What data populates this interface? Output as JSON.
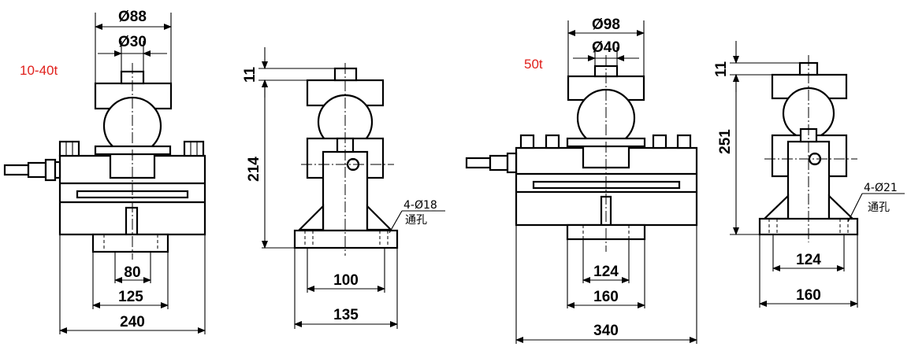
{
  "models": {
    "small": {
      "label": "10-40t",
      "front": {
        "dia_outer": "Ø88",
        "dia_inner": "Ø30",
        "dim_80": "80",
        "dim_125": "125",
        "dim_240": "240"
      },
      "side": {
        "dim_11": "11",
        "dim_214": "214",
        "dim_100": "100",
        "dim_135": "135",
        "hole_note": "4-Ø18",
        "hole_note2": "通孔"
      }
    },
    "large": {
      "label": "50t",
      "front": {
        "dia_outer": "Ø98",
        "dia_inner": "Ø40",
        "dim_124": "124",
        "dim_160": "160",
        "dim_340": "340"
      },
      "side": {
        "dim_11": "11",
        "dim_251": "251",
        "dim_124": "124",
        "dim_160": "160",
        "hole_note": "4-Ø21",
        "hole_note2": "通孔"
      }
    }
  },
  "colors": {
    "line": "#000000",
    "label": "#e0201c"
  }
}
